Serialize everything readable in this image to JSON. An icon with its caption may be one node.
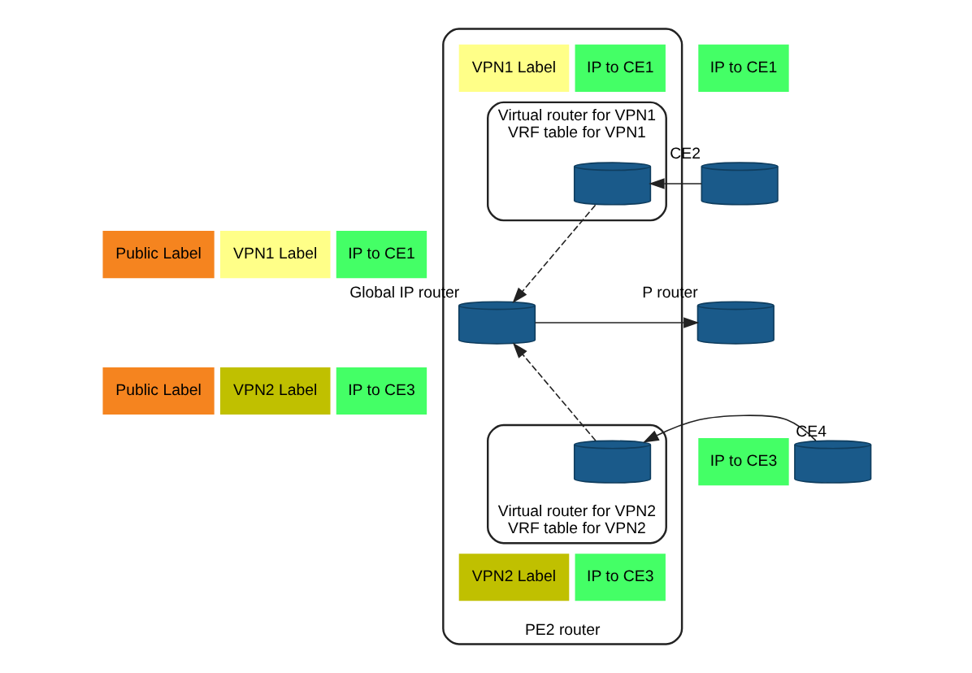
{
  "diagram": {
    "nodes": [
      {
        "text": [
          "PE2 router"
        ]
      },
      {
        "text": [
          "Virtual router for VPN1",
          "VRF table for VPN1"
        ],
        "in": 0
      },
      {
        "text": [],
        "shape": "cylinder",
        "in": 1
      },
      {
        "text": [],
        "shape": "cylinder",
        "beside": [
          "Global IP router"
        ],
        "in": 0
      },
      {
        "text": [
          "Virtual router for VPN2",
          "VRF table for VPN2"
        ],
        "in": 0
      },
      {
        "text": [],
        "shape": "cylinder",
        "in": 4
      },
      {
        "text": [],
        "shape": "cylinder",
        "beside": [
          "P router"
        ]
      },
      {
        "text": [],
        "shape": "cylinder",
        "beside": [
          "CE2"
        ]
      },
      {
        "text": [],
        "shape": "cylinder",
        "beside": [
          "CE4"
        ]
      },
      {
        "text": [
          "VPN1 Label"
        ],
        "in": 0
      },
      {
        "text": [
          "IP to CE1"
        ],
        "in": 0
      },
      {
        "text": [
          "Public Label"
        ]
      },
      {
        "text": [
          "VPN1 Label"
        ]
      },
      {
        "text": [
          "IP to CE1"
        ]
      },
      {
        "text": [
          "Public Label"
        ]
      },
      {
        "text": [
          "VPN2 Label"
        ]
      },
      {
        "text": [
          "IP to CE3"
        ]
      },
      {
        "text": [
          "VPN2 Label"
        ],
        "in": 0
      },
      {
        "text": [
          "IP to CE3"
        ],
        "in": 0
      },
      {
        "text": [
          "IP to CE1"
        ]
      },
      {
        "text": [
          "IP to CE3"
        ]
      }
    ],
    "edges": [
      {
        "from": 7,
        "to": 2,
        "arrow": "to"
      },
      {
        "from": 2,
        "to": 3,
        "arrow": "to",
        "style": "dashed"
      },
      {
        "from": 3,
        "to": 6,
        "arrow": "to"
      },
      {
        "from": 8,
        "to": 5,
        "arrow": "to"
      },
      {
        "from": 5,
        "to": 3,
        "arrow": "to",
        "style": "dashed"
      }
    ]
  }
}
